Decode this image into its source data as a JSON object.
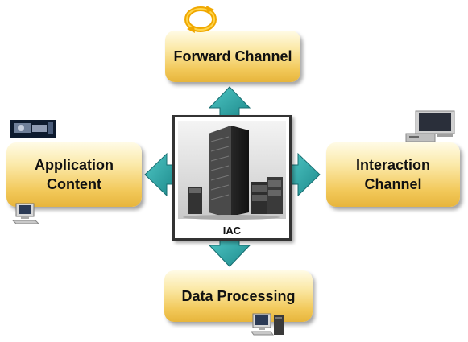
{
  "center": {
    "label": "IAC"
  },
  "nodes": {
    "forward": {
      "label": "Forward Channel"
    },
    "application": {
      "line1": "Application",
      "line2": "Content"
    },
    "interaction": {
      "line1": "Interaction",
      "line2": "Channel"
    },
    "data": {
      "label": "Data Processing"
    }
  },
  "colors": {
    "box_light": "#fffbe6",
    "box_dark": "#e7b53c",
    "arrow": "#3fb0b0",
    "arrow_dark": "#1f7f82"
  },
  "icons": [
    "refresh-cycle-icon",
    "industrial-machine-icon",
    "desktop-computer-icon",
    "tv-monitor-icon",
    "server-rack-icon"
  ]
}
